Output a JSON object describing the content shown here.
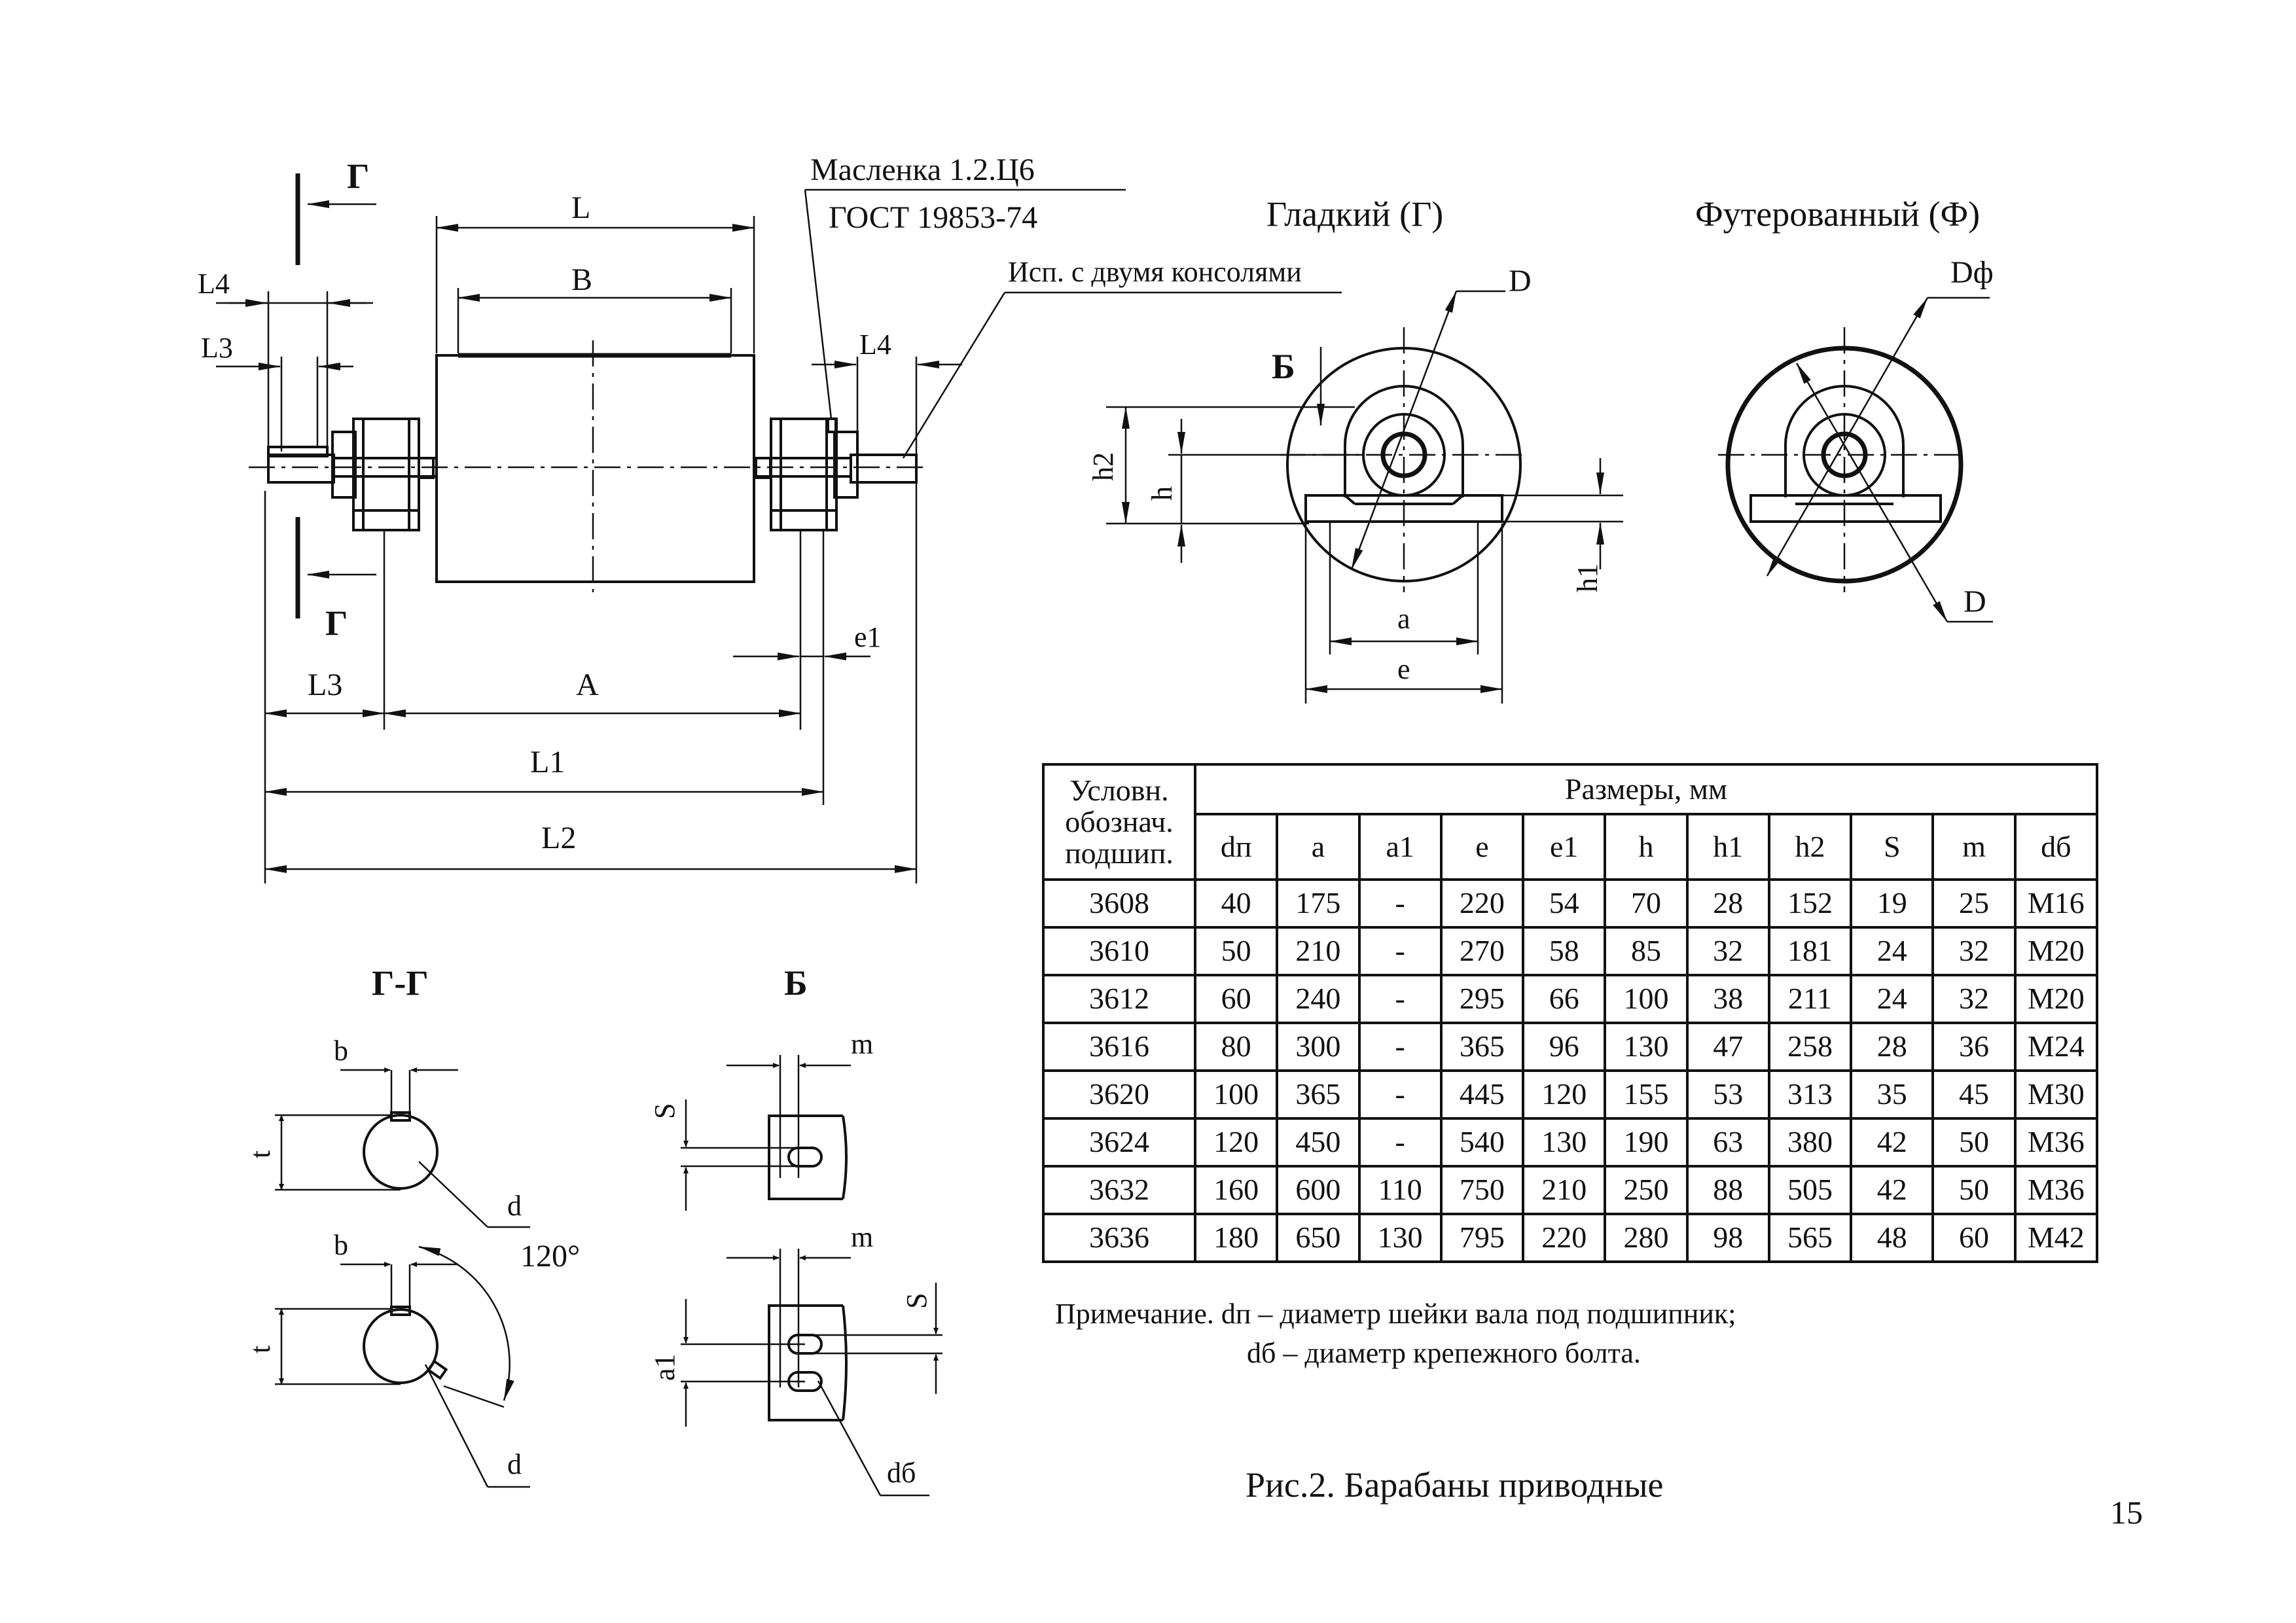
{
  "labels": {
    "oiler_line1": "Масленка 1.2.Ц6",
    "oiler_line2": "ГОСТ 19853-74",
    "two_consoles": "Исп. с двумя консолями",
    "smooth": "Гладкий (Г)",
    "lined": "Футерованный (Ф)",
    "section_gg": "Г-Г",
    "section_b": "Б",
    "view_b": "Б",
    "cut_g_top": "Г",
    "cut_g_bottom": "Г",
    "L": "L",
    "B": "B",
    "L4_left": "L4",
    "L3_left": "L3",
    "L4_right": "L4",
    "L3_bottom": "L3",
    "A": "A",
    "L1": "L1",
    "L2": "L2",
    "e1": "e1",
    "D_smooth": "D",
    "Df": "Dф",
    "D_lined": "D",
    "h2": "h2",
    "h": "h",
    "h1": "h1",
    "a": "a",
    "e": "e",
    "b_top": "b",
    "t_top": "t",
    "d_top": "d",
    "b_bottom": "b",
    "t_bottom": "t",
    "d_bottom": "d",
    "angle": "120°",
    "m_top": "m",
    "S_top": "S",
    "m_bottom": "m",
    "S_bottom": "S",
    "a1": "a1",
    "db": "dб"
  },
  "table": {
    "col0_header": "Условн. обознач. подшип.",
    "group_header": "Размеры, мм",
    "columns": [
      "dп",
      "a",
      "a1",
      "e",
      "e1",
      "h",
      "h1",
      "h2",
      "S",
      "m",
      "dб"
    ],
    "rows": [
      [
        "3608",
        "40",
        "175",
        "-",
        "220",
        "54",
        "70",
        "28",
        "152",
        "19",
        "25",
        "M16"
      ],
      [
        "3610",
        "50",
        "210",
        "-",
        "270",
        "58",
        "85",
        "32",
        "181",
        "24",
        "32",
        "M20"
      ],
      [
        "3612",
        "60",
        "240",
        "-",
        "295",
        "66",
        "100",
        "38",
        "211",
        "24",
        "32",
        "M20"
      ],
      [
        "3616",
        "80",
        "300",
        "-",
        "365",
        "96",
        "130",
        "47",
        "258",
        "28",
        "36",
        "M24"
      ],
      [
        "3620",
        "100",
        "365",
        "-",
        "445",
        "120",
        "155",
        "53",
        "313",
        "35",
        "45",
        "M30"
      ],
      [
        "3624",
        "120",
        "450",
        "-",
        "540",
        "130",
        "190",
        "63",
        "380",
        "42",
        "50",
        "M36"
      ],
      [
        "3632",
        "160",
        "600",
        "110",
        "750",
        "210",
        "250",
        "88",
        "505",
        "42",
        "50",
        "M36"
      ],
      [
        "3636",
        "180",
        "650",
        "130",
        "795",
        "220",
        "280",
        "98",
        "565",
        "48",
        "60",
        "M42"
      ]
    ]
  },
  "note": {
    "line1": "Примечание. dп – диаметр шейки вала под подшипник;",
    "line2": "dб – диаметр крепежного болта."
  },
  "caption": "Рис.2.  Барабаны приводные",
  "page_number": "15"
}
